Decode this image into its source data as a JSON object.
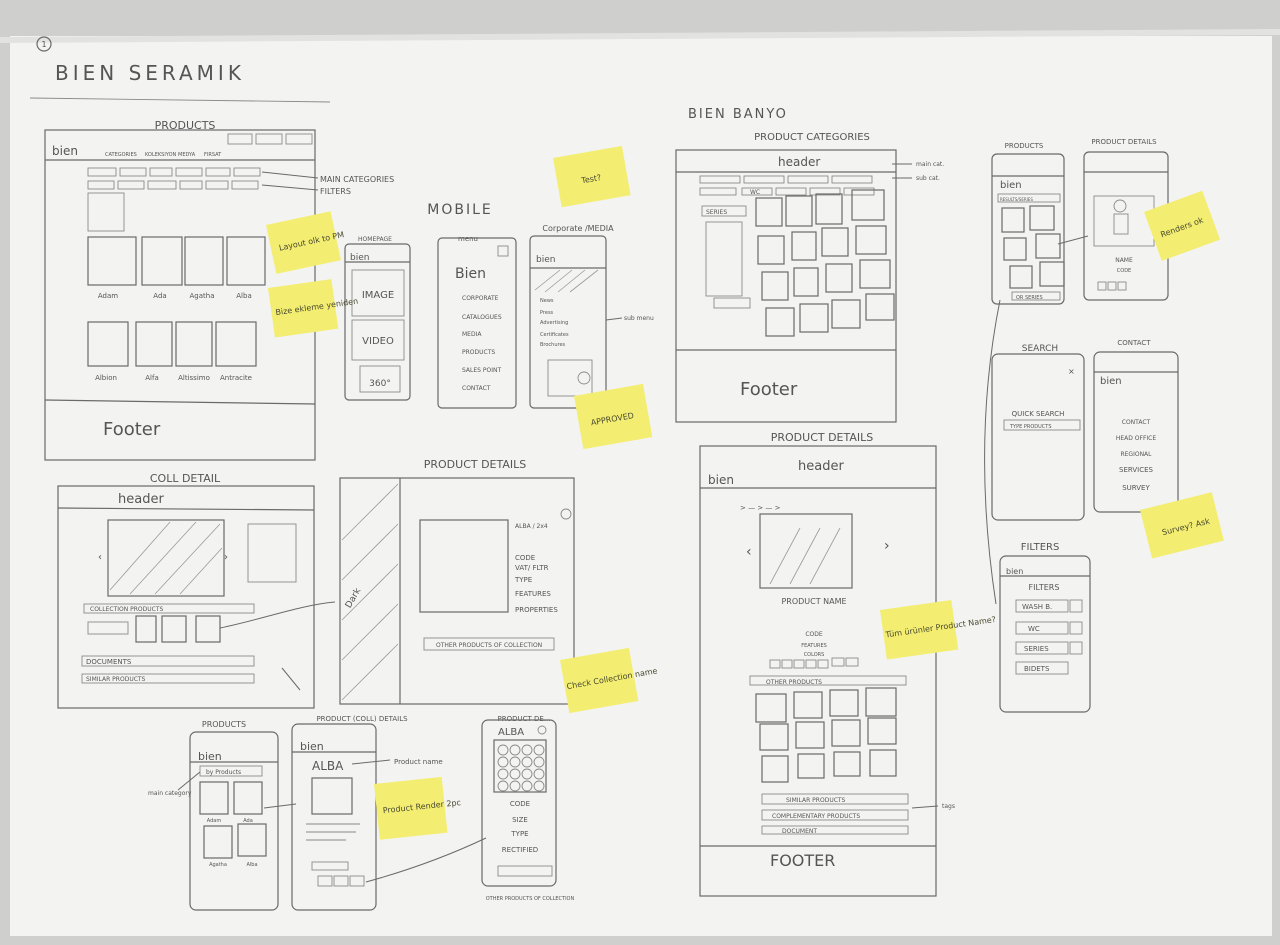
{
  "page": {
    "number": "1",
    "title": "BIEN SERAMIK",
    "subtitle": "BIEN BANYO"
  },
  "seramik": {
    "products": {
      "title": "PRODUCTS",
      "logo": "bien",
      "nav": [
        "CATEGORIES",
        "KOLEKSIYON",
        "MEDYA",
        "FIRSAT"
      ],
      "callout_main": "MAIN CATEGORIES",
      "callout_filters": "FILTERS",
      "row1_labels": [
        "Adam",
        "Ada",
        "Agatha",
        "Alba"
      ],
      "row2_labels": [
        "Albion",
        "Alfa",
        "Altissimo",
        "Antracite"
      ],
      "footer": "Footer"
    },
    "mobile": {
      "title": "MOBILE",
      "homepage": {
        "title": "HOMEPAGE",
        "logo": "bien",
        "image": "IMAGE",
        "video": "VIDEO",
        "tour": "360°"
      },
      "menu": {
        "title": "menu",
        "logo": "Bien",
        "items": [
          "CORPORATE",
          "CATALOGUES",
          "MEDIA",
          "PRODUCTS",
          "SALES POINT",
          "CONTACT"
        ]
      },
      "corporate": {
        "title": "Corporate /MEDIA",
        "logo": "bien",
        "sub_items": [
          "News",
          "Press",
          "Advertising",
          "Certificates",
          "Brochures"
        ],
        "callout": "sub menu"
      }
    },
    "coll_detail": {
      "title": "COLL DETAIL",
      "header": "header",
      "bars": [
        "COLLECTION PRODUCTS",
        "DOCUMENTS",
        "SIMILAR PRODUCTS"
      ]
    },
    "product_details": {
      "title": "PRODUCT DETAILS",
      "side_label": "Dark",
      "specs": [
        "ALBA / 2x4",
        "CODE",
        "VAT/ FLTR",
        "TYPE",
        "FEATURES",
        "PROPERTIES"
      ],
      "bottom_bar": "OTHER PRODUCTS OF COLLECTION"
    },
    "mobile_products": {
      "title": "PRODUCTS",
      "logo": "bien",
      "filter": "by Products",
      "callout": "main category",
      "labels": [
        "Adam",
        "Ada",
        "Agatha",
        "Alba"
      ]
    },
    "mobile_product_details": {
      "title": "PRODUCT (COLL) DETAILS",
      "logo": "bien",
      "name": "ALBA",
      "callout": "Product name"
    },
    "mobile_product_detail2": {
      "title": "PRODUCT DE...",
      "name": "ALBA",
      "fields": [
        "CODE",
        "SIZE",
        "TYPE",
        "RECTIFIED"
      ],
      "callout": "OTHER PRODUCTS OF COLLECTION"
    }
  },
  "banyo": {
    "categories": {
      "title": "PRODUCT CATEGORIES",
      "header": "header",
      "callout_main": "main cat.",
      "callout_sub": "sub cat.",
      "filter_a": "SERIES",
      "filter_b": "WC",
      "footer": "Footer"
    },
    "details": {
      "title": "PRODUCT DETAILS",
      "logo": "bien",
      "header": "header",
      "name": "PRODUCT NAME",
      "code": "CODE",
      "features": "FEATURES",
      "colors": "COLORS",
      "other": "OTHER PRODUCTS",
      "bars": [
        "SIMILAR PRODUCTS",
        "COMPLEMENTARY PRODUCTS",
        "DOCUMENT"
      ],
      "callout": "tags",
      "footer": "FOOTER"
    },
    "mobile_products": {
      "title": "PRODUCTS",
      "logo": "bien",
      "filter": "RESULTS/SERIES",
      "bottom": "OR SERIES"
    },
    "mobile_details": {
      "title": "PRODUCT DETAILS",
      "name": "NAME",
      "sub": "CODE"
    },
    "search": {
      "title": "SEARCH",
      "quick": "QUICK SEARCH",
      "field": "TYPE PRODUCTS"
    },
    "contact": {
      "title": "CONTACT",
      "logo": "bien",
      "items": [
        "CONTACT",
        "HEAD OFFICE",
        "REGIONAL",
        "SERVICES",
        "SURVEY"
      ]
    },
    "filters": {
      "title": "FILTERS",
      "logo": "bien",
      "inner_title": "FILTERS",
      "items": [
        "WASH B.",
        "WC",
        "SERIES",
        "BIDETS"
      ]
    }
  },
  "sticky_notes": [
    {
      "text": "Layout olk to PM"
    },
    {
      "text": "Bize ekleme yeniden"
    },
    {
      "text": "Test?"
    },
    {
      "text": "APPROVED"
    },
    {
      "text": "Renders ok"
    },
    {
      "text": "Check Collection name"
    },
    {
      "text": "Product Render 2pc"
    },
    {
      "text": "Tüm ürünler Product Name?"
    },
    {
      "text": "Survey? Ask"
    }
  ],
  "colors": {
    "paper": "#f3f3f1",
    "background": "#cfcfcd",
    "sticky": "#f3ee72",
    "pencil": "#6a6a6a"
  }
}
